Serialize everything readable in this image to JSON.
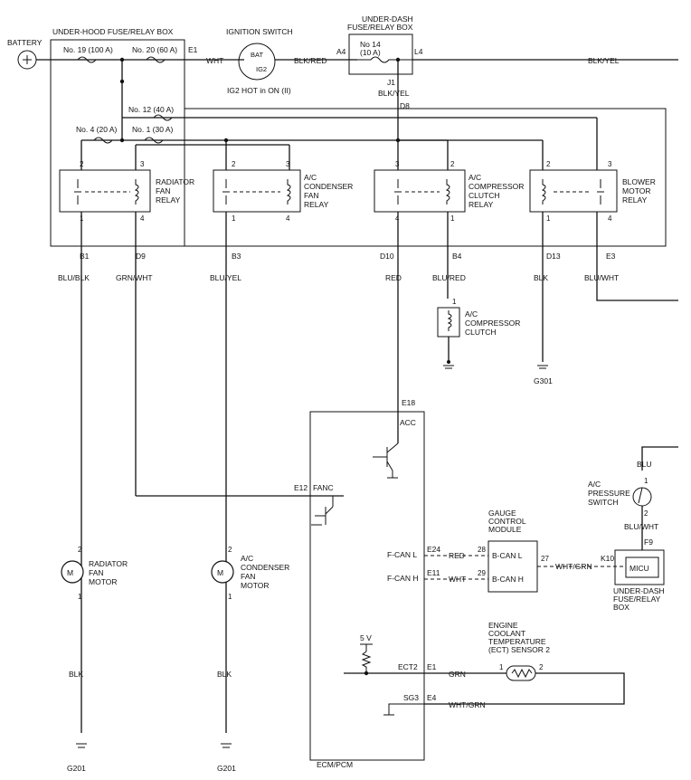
{
  "battery": {
    "label": "BATTERY"
  },
  "underhood": {
    "title": "UNDER-HOOD FUSE/RELAY BOX",
    "fuse19": "No. 19 (100 A)",
    "fuse20": "No. 20 (60 A)",
    "fuse12": "No. 12 (40 A)",
    "fuse4": "No. 4 (20 A)",
    "fuse1": "No. 1 (30 A)",
    "e1": "E1"
  },
  "ignition": {
    "title": "IGNITION SWITCH",
    "bat": "BAT",
    "ig2": "IG2",
    "note": "IG2 HOT in ON (II)"
  },
  "underdash": {
    "title1": "UNDER-DASH",
    "title2": "FUSE/RELAY BOX",
    "fuse_a": "No 14",
    "fuse_b": "(10 A)",
    "a4": "A4",
    "l4": "L4",
    "j1": "J1"
  },
  "wires": {
    "wht": "WHT",
    "blk_red": "BLK/RED",
    "blk_yel_right": "BLK/YEL",
    "blk_yel_down": "BLK/YEL",
    "blu_blk": "BLU/BLK",
    "grn_wht": "GRN/WHT",
    "blu_yel": "BLU/YEL",
    "red": "RED",
    "blu_red": "BLU/RED",
    "blk": "BLK",
    "blu_wht": "BLU/WHT",
    "blu": "BLU",
    "blu_wht2": "BLU/WHT",
    "red2": "RED",
    "wht2": "WHT",
    "wht_grn": "WHT/GRN",
    "grn": "GRN",
    "wht_grn2": "WHT/GRN",
    "blk_motor1": "BLK",
    "blk_motor2": "BLK"
  },
  "relays": {
    "radiator": [
      "RADIATOR",
      "FAN",
      "RELAY"
    ],
    "condenser": [
      "A/C",
      "CONDENSER",
      "FAN",
      "RELAY"
    ],
    "compressor": [
      "A/C",
      "COMPRESSOR",
      "CLUTCH",
      "RELAY"
    ],
    "blower": [
      "BLOWER",
      "MOTOR",
      "RELAY"
    ]
  },
  "pins": {
    "p1": "1",
    "p2": "2",
    "p3": "3",
    "p4": "4",
    "b1": "B1",
    "d9": "D9",
    "b3": "B3",
    "d10": "D10",
    "b4": "B4",
    "d13": "D13",
    "e3": "E3",
    "d8": "D8",
    "e18": "E18",
    "e12": "E12",
    "e24": "E24",
    "e11": "E11",
    "e1": "E1",
    "e4": "E4",
    "c28": "28",
    "c29": "29",
    "c27": "27",
    "k10": "K10",
    "f9": "F9"
  },
  "clutch": [
    "A/C",
    "COMPRESSOR",
    "CLUTCH"
  ],
  "grounds": {
    "g301": "G301",
    "g201a": "G201",
    "g201b": "G201"
  },
  "ecm": {
    "title": "ECM/PCM",
    "acc": "ACC",
    "fanc": "FANC",
    "fcanl": "F-CAN L",
    "fcanh": "F-CAN H",
    "five_v": "5 V",
    "ect2": "ECT2",
    "sg3": "SG3"
  },
  "gauge": {
    "title": [
      "GAUGE",
      "CONTROL",
      "MODULE"
    ],
    "bcanl": "B-CAN L",
    "bcanh": "B-CAN H"
  },
  "pressure_switch": [
    "A/C",
    "PRESSURE",
    "SWITCH"
  ],
  "micu": {
    "label": "MICU",
    "box": [
      "UNDER-DASH",
      "FUSE/RELAY",
      "BOX"
    ]
  },
  "motors": {
    "radiator": [
      "RADIATOR",
      "FAN",
      "MOTOR"
    ],
    "condenser": [
      "A/C",
      "CONDENSER",
      "FAN",
      "MOTOR"
    ],
    "m": "M"
  },
  "ect_sensor": [
    "ENGINE",
    "COOLANT",
    "TEMPERATURE",
    "(ECT) SENSOR 2"
  ]
}
